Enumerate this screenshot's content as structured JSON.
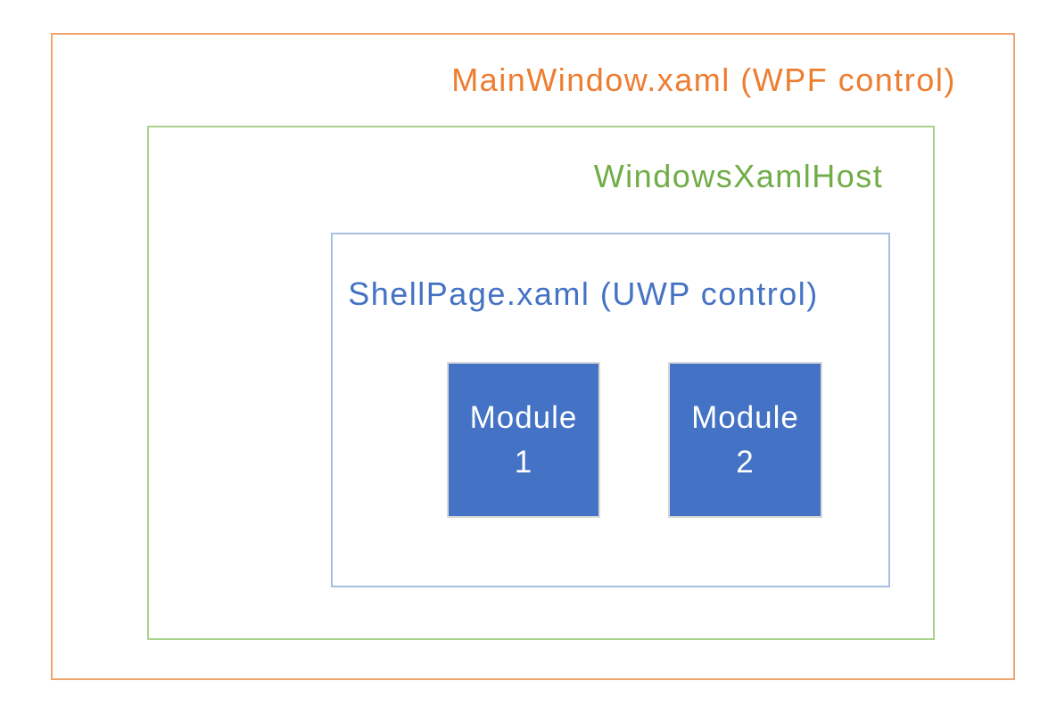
{
  "diagram": {
    "background_color": "#FFFFFF",
    "boxes": {
      "mainwindow": {
        "label": "MainWindow.xaml (WPF control)",
        "text_color": "#ED7D31",
        "border_color": "#F2A470"
      },
      "windowsxamlhost": {
        "label": "WindowsXamlHost",
        "text_color": "#70AD47",
        "border_color": "#A9D18E"
      },
      "shellpage": {
        "label": "ShellPage.xaml (UWP control)",
        "text_color": "#4472C4",
        "border_color": "#A6C0E4"
      }
    },
    "modules": [
      {
        "label_line1": "Module",
        "label_line2": "1",
        "fill_color": "#4472C4",
        "border_color": "#D9D9D9",
        "text_color": "#FFFFFF"
      },
      {
        "label_line1": "Module",
        "label_line2": "2",
        "fill_color": "#4472C4",
        "border_color": "#D9D9D9",
        "text_color": "#FFFFFF"
      }
    ]
  }
}
